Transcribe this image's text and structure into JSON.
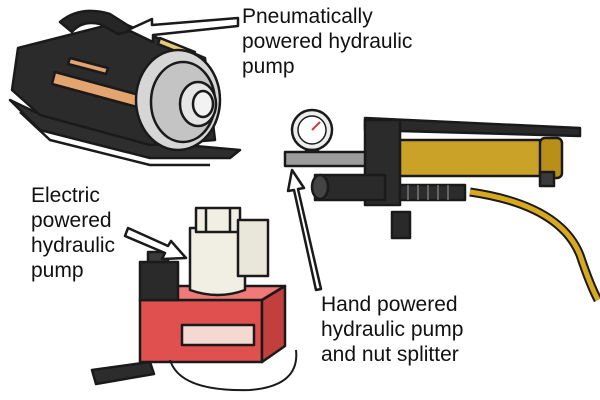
{
  "labels": {
    "pneumatic": [
      "Pneumatically",
      "powered hydraulic",
      "pump"
    ],
    "electric": [
      "Electric",
      "powered",
      "hydraulic",
      "pump"
    ],
    "hand": [
      "Hand powered",
      "hydraulic pump",
      "and nut splitter"
    ]
  },
  "colors": {
    "outline": "#1a1a1a",
    "pump_body": "#2b2b2b",
    "drum": "#d9d9d9",
    "tank_red": "#e0504f",
    "brass": "#c9a227",
    "hose": "#d8a81e",
    "motor_cream": "#f1eee3"
  }
}
